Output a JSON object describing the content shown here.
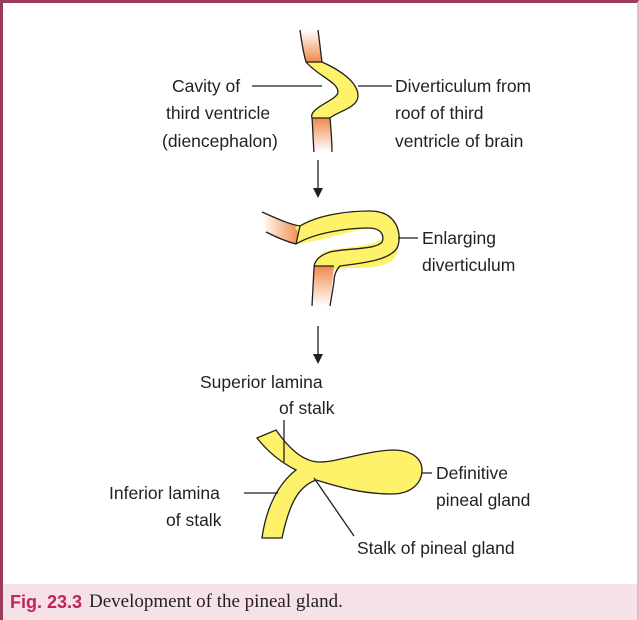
{
  "colors": {
    "yellow": "#fdf26a",
    "orange": "#f08a4b",
    "outline": "#231f20",
    "frame": "#9b3a5a",
    "caption_bg": "#f6e1e7",
    "caption_label": "#c0245a"
  },
  "stage1": {
    "left_label": [
      "Cavity of",
      "third ventricle",
      "(diencephalon)"
    ],
    "right_label": [
      "Diverticulum from",
      "roof of third",
      "ventricle of brain"
    ]
  },
  "stage2": {
    "right_label": [
      "Enlarging",
      "diverticulum"
    ]
  },
  "stage3": {
    "top_label": [
      "Superior lamina",
      "of stalk"
    ],
    "left_label": [
      "Inferior lamina",
      "of stalk"
    ],
    "right_label": [
      "Definitive",
      "pineal gland"
    ],
    "bottom_label": "Stalk of pineal gland"
  },
  "caption": {
    "figure_number": "Fig. 23.3",
    "text": "Development of the pineal gland."
  }
}
